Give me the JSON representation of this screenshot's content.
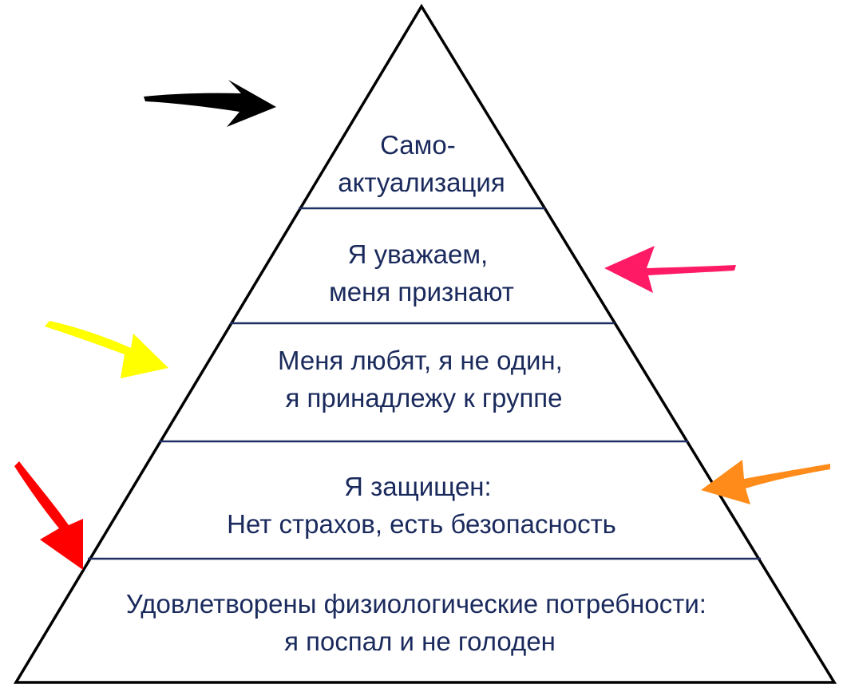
{
  "pyramid": {
    "outline_color": "#000000",
    "divider_color": "#1f2f66",
    "text_color": "#1a2a5c",
    "levels": [
      {
        "line1": "Само-",
        "line2": "актуализация"
      },
      {
        "line1": "Я уважаем,",
        "line2": "меня признают"
      },
      {
        "line1": "Меня любят, я не один,",
        "line2": " я принадлежу к группе"
      },
      {
        "line1": "Я защищен:",
        "line2": "Нет страхов, есть безопасность"
      },
      {
        "line1": "Удовлетворены физиологические потребности:",
        "line2": "я поспал и не голоден"
      }
    ]
  },
  "arrows": [
    {
      "color": "#000000",
      "points_to": "level-1"
    },
    {
      "color": "#ff1a66",
      "points_to": "level-2"
    },
    {
      "color": "#ffff00",
      "points_to": "level-3"
    },
    {
      "color": "#ff8c1a",
      "points_to": "level-4"
    },
    {
      "color": "#ff0000",
      "points_to": "level-5"
    }
  ]
}
